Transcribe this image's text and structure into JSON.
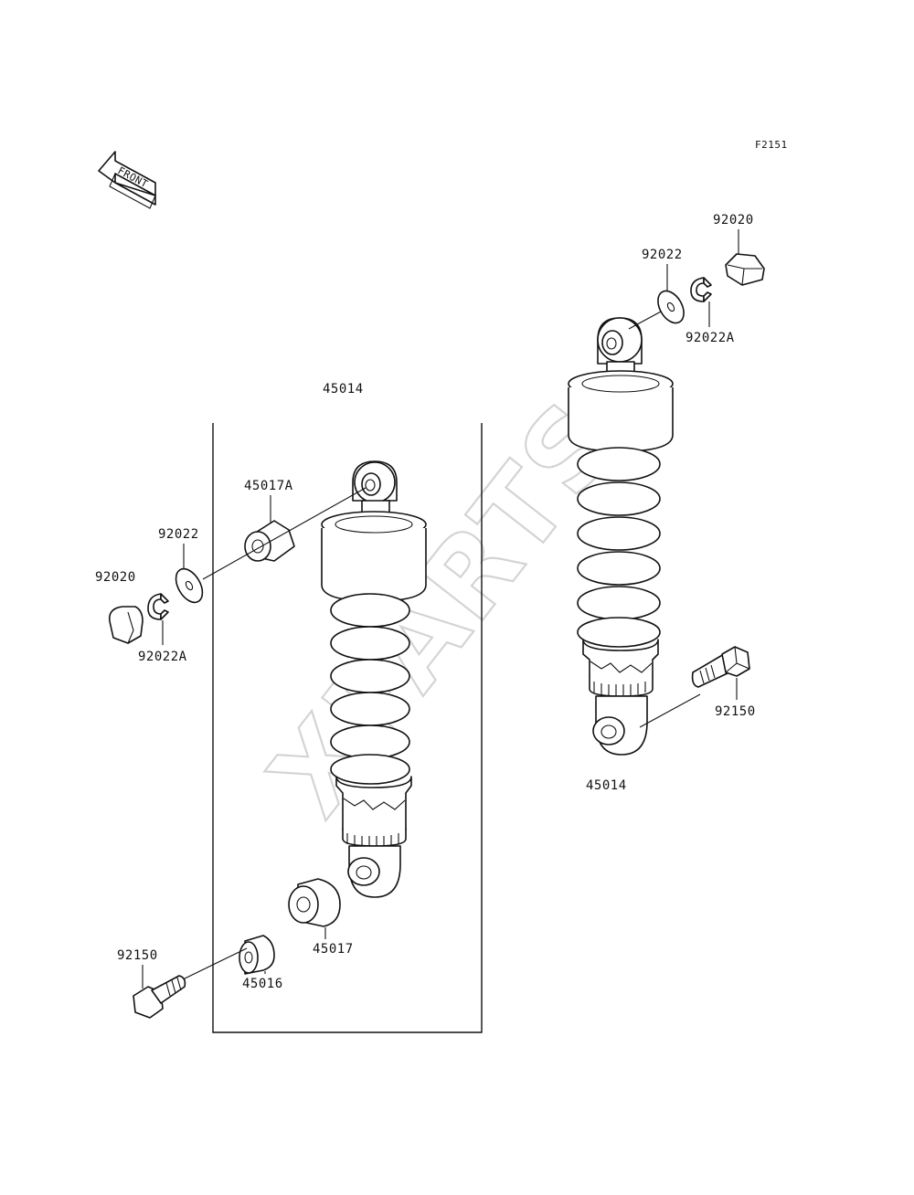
{
  "figure_code": "F2151",
  "front_arrow_text": "FRONT",
  "watermark": "XPARTS",
  "labels": {
    "set_left": "45014",
    "set_right": "45014",
    "bushing_top": "45017A",
    "washer_left": "92022",
    "nut_left": "92020",
    "clip_left": "92022A",
    "bolt_left": "92150",
    "collar": "45016",
    "bushing_bottom": "45017",
    "nut_right": "92020",
    "washer_right": "92022",
    "clip_right": "92022A",
    "bolt_right": "92150"
  }
}
